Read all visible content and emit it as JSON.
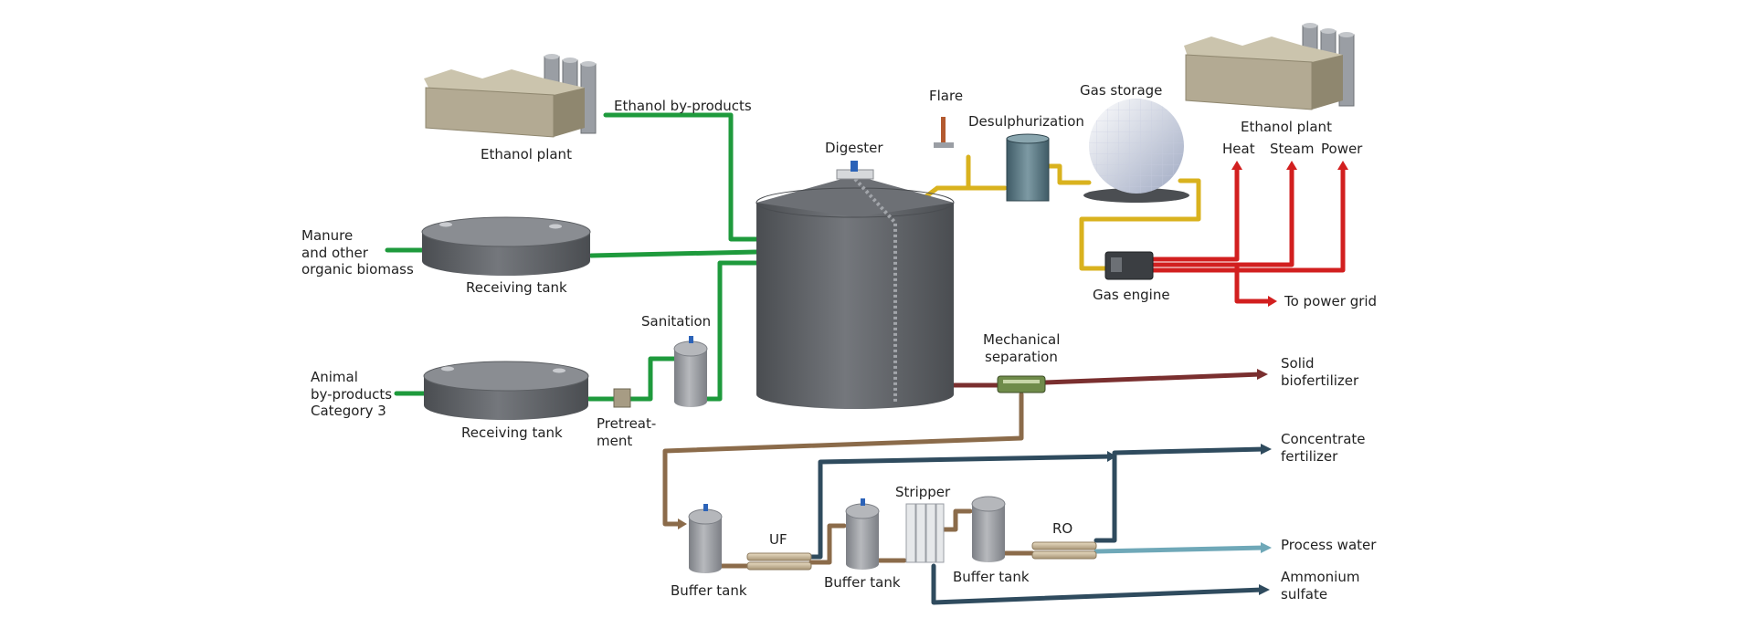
{
  "labels": {
    "ethanol_byproducts": "Ethanol by-products",
    "ethanol_plant_left": "Ethanol plant",
    "manure_1": "Manure",
    "manure_2": "and other",
    "manure_3": "organic biomass",
    "receiving_tank_1": "Receiving tank",
    "animal_1": "Animal",
    "animal_2": "by-products",
    "animal_3": "Category 3",
    "receiving_tank_2": "Receiving tank",
    "pretreat_1": "Pretreat-",
    "pretreat_2": "ment",
    "sanitation": "Sanitation",
    "digester": "Digester",
    "flare": "Flare",
    "desulphurization": "Desulphurization",
    "gas_storage": "Gas storage",
    "ethanol_plant_right": "Ethanol plant",
    "heat": "Heat",
    "steam": "Steam",
    "power": "Power",
    "gas_engine": "Gas engine",
    "to_power_grid": "To power grid",
    "mech_sep_1": "Mechanical",
    "mech_sep_2": "separation",
    "solid_1": "Solid",
    "solid_2": "biofertilizer",
    "concentrate_1": "Concentrate",
    "concentrate_2": "fertilizer",
    "process_water": "Process water",
    "ammonium_1": "Ammonium",
    "ammonium_2": "sulfate",
    "buffer_tank_1": "Buffer tank",
    "uf": "UF",
    "buffer_tank_2": "Buffer tank",
    "stripper": "Stripper",
    "buffer_tank_3": "Buffer tank",
    "ro": "RO"
  },
  "colors": {
    "green_pipe": "#1e9a3c",
    "yellow_pipe": "#d9b21e",
    "red_pipe": "#d21f1f",
    "brown_pipe": "#8b6b4a",
    "dark_pipe": "#2f4b5e",
    "teal_pipe": "#6fa8b8",
    "tank_gray": "#5f6266",
    "building_beige": "#b3aa93"
  }
}
